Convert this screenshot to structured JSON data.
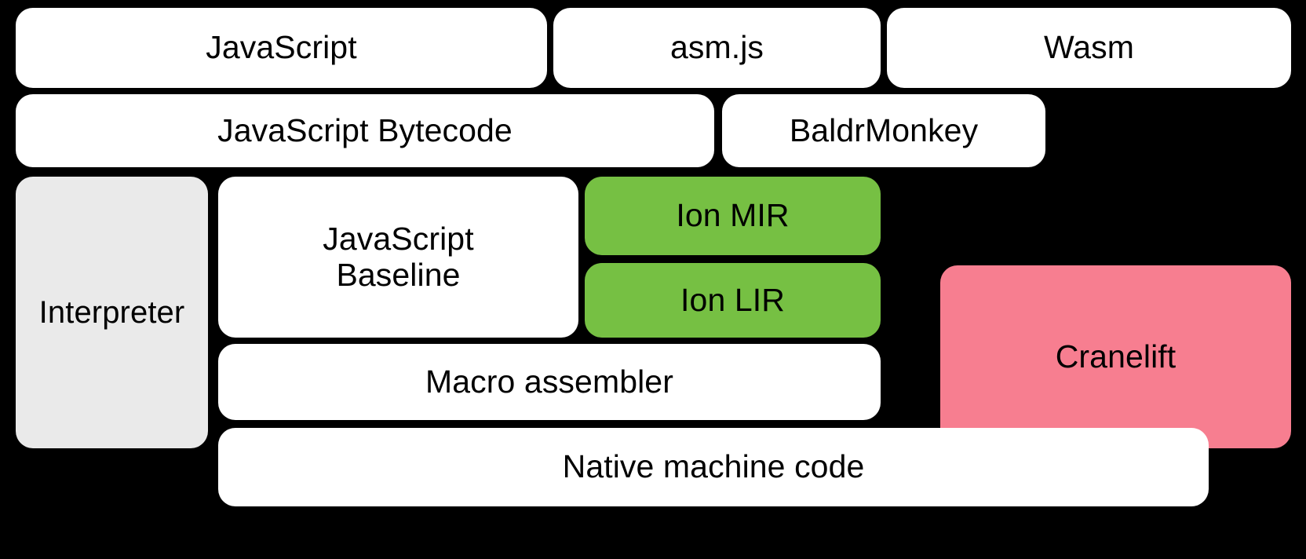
{
  "diagram": {
    "title": "SpiderMonkey compilation pipeline",
    "background_color": "#000000",
    "palette": {
      "white": "#ffffff",
      "gray": "#eaeaea",
      "green": "#76c043",
      "pink": "#f77e90",
      "text": "#000000"
    },
    "rows": [
      {
        "name": "source-formats",
        "nodes": [
          {
            "id": "javascript",
            "label": "JavaScript",
            "color": "#ffffff"
          },
          {
            "id": "asmjs",
            "label": "asm.js",
            "color": "#ffffff"
          },
          {
            "id": "wasm",
            "label": "Wasm",
            "color": "#ffffff"
          }
        ]
      },
      {
        "name": "intermediate-front-end",
        "nodes": [
          {
            "id": "js_bytecode",
            "label": "JavaScript Bytecode",
            "color": "#ffffff"
          },
          {
            "id": "baldrmonkey",
            "label": "BaldrMonkey",
            "color": "#ffffff"
          }
        ]
      },
      {
        "name": "execution-tiers",
        "nodes": [
          {
            "id": "interpreter",
            "label": "Interpreter",
            "color": "#eaeaea"
          },
          {
            "id": "js_baseline",
            "label": "JavaScript\nBaseline",
            "color": "#ffffff"
          },
          {
            "id": "ion_mir",
            "label": "Ion MIR",
            "color": "#76c043"
          },
          {
            "id": "ion_lir",
            "label": "Ion LIR",
            "color": "#76c043"
          },
          {
            "id": "macro_assembler",
            "label": "Macro assembler",
            "color": "#ffffff"
          },
          {
            "id": "cranelift",
            "label": "Cranelift",
            "color": "#f77e90"
          }
        ]
      },
      {
        "name": "output",
        "nodes": [
          {
            "id": "native_code",
            "label": "Native machine code",
            "color": "#ffffff"
          }
        ]
      }
    ],
    "labels": {
      "javascript": "JavaScript",
      "asmjs": "asm.js",
      "wasm": "Wasm",
      "js_bytecode": "JavaScript Bytecode",
      "baldrmonkey": "BaldrMonkey",
      "interpreter": "Interpreter",
      "js_baseline": "JavaScript\nBaseline",
      "ion_mir": "Ion MIR",
      "ion_lir": "Ion LIR",
      "macro_assembler": "Macro assembler",
      "cranelift": "Cranelift",
      "native_code": "Native machine code"
    }
  }
}
